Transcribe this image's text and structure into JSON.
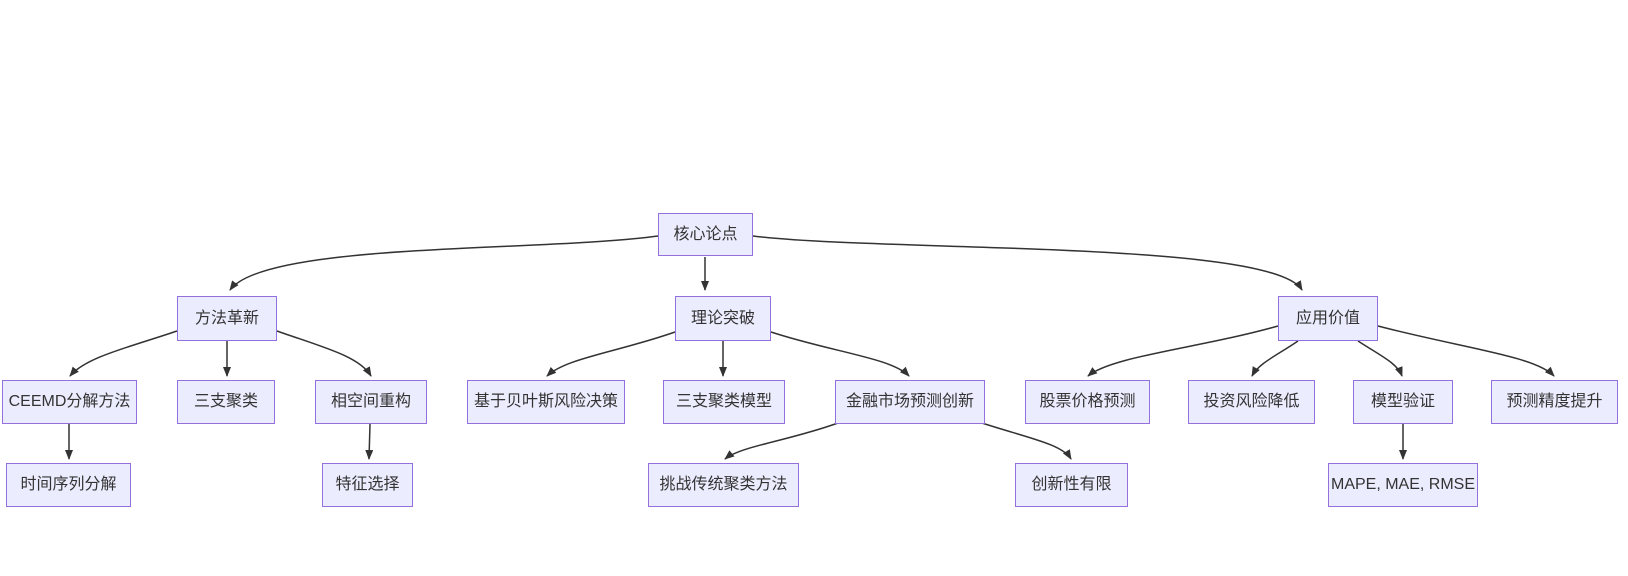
{
  "diagram": {
    "type": "mindmap-flowchart",
    "background_color": "#ffffff",
    "node_fill_color": "#ECECFF",
    "node_border_color": "#9370DB",
    "edge_color": "#333333",
    "text_color": "#333333",
    "nodes": {
      "core_thesis": {
        "label": "核心论点"
      },
      "method_innovation": {
        "label": "方法革新"
      },
      "theoretical_breakthrough": {
        "label": "理论突破"
      },
      "application_value": {
        "label": "应用价值"
      },
      "ceemd_decomposition": {
        "label": "CEEMD分解方法"
      },
      "three_way_clustering": {
        "label": "三支聚类"
      },
      "phase_space_reconstruction": {
        "label": "相空间重构"
      },
      "time_series_decomposition": {
        "label": "时间序列分解"
      },
      "feature_selection": {
        "label": "特征选择"
      },
      "bayesian_risk_decision": {
        "label": "基于贝叶斯风险决策"
      },
      "three_way_clustering_model": {
        "label": "三支聚类模型"
      },
      "financial_market_forecast_innovation": {
        "label": "金融市场预测创新"
      },
      "challenge_traditional_clustering": {
        "label": "挑战传统聚类方法"
      },
      "limited_novelty": {
        "label": "创新性有限"
      },
      "stock_price_prediction": {
        "label": "股票价格预测"
      },
      "investment_risk_reduction": {
        "label": "投资风险降低"
      },
      "model_validation": {
        "label": "模型验证"
      },
      "forecast_accuracy_improvement": {
        "label": "预测精度提升"
      },
      "error_metrics": {
        "label": "MAPE, MAE, RMSE"
      }
    },
    "edges": [
      {
        "from": "core_thesis",
        "to": "method_innovation"
      },
      {
        "from": "core_thesis",
        "to": "theoretical_breakthrough"
      },
      {
        "from": "core_thesis",
        "to": "application_value"
      },
      {
        "from": "method_innovation",
        "to": "ceemd_decomposition"
      },
      {
        "from": "method_innovation",
        "to": "three_way_clustering"
      },
      {
        "from": "method_innovation",
        "to": "phase_space_reconstruction"
      },
      {
        "from": "ceemd_decomposition",
        "to": "time_series_decomposition"
      },
      {
        "from": "phase_space_reconstruction",
        "to": "feature_selection"
      },
      {
        "from": "theoretical_breakthrough",
        "to": "bayesian_risk_decision"
      },
      {
        "from": "theoretical_breakthrough",
        "to": "three_way_clustering_model"
      },
      {
        "from": "theoretical_breakthrough",
        "to": "financial_market_forecast_innovation"
      },
      {
        "from": "financial_market_forecast_innovation",
        "to": "challenge_traditional_clustering"
      },
      {
        "from": "financial_market_forecast_innovation",
        "to": "limited_novelty"
      },
      {
        "from": "application_value",
        "to": "stock_price_prediction"
      },
      {
        "from": "application_value",
        "to": "investment_risk_reduction"
      },
      {
        "from": "application_value",
        "to": "model_validation"
      },
      {
        "from": "application_value",
        "to": "forecast_accuracy_improvement"
      },
      {
        "from": "model_validation",
        "to": "error_metrics"
      }
    ]
  }
}
